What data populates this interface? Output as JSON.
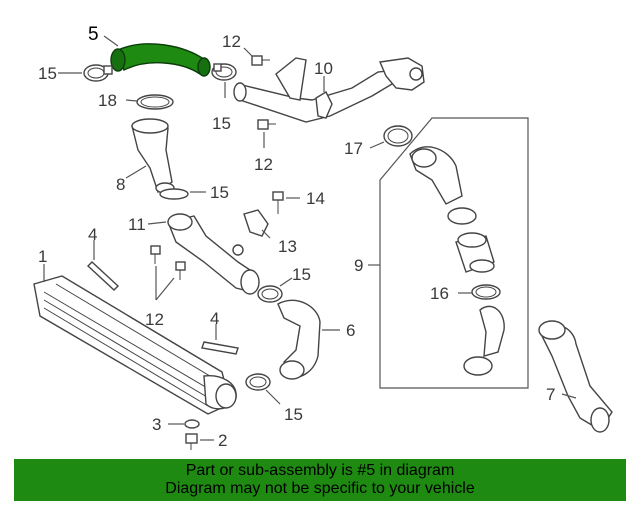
{
  "highlight_color": "#1e8a12",
  "callouts": {
    "c1": "1",
    "c2": "2",
    "c3": "3",
    "c4a": "4",
    "c4b": "4",
    "c5": "5",
    "c6": "6",
    "c7": "7",
    "c8": "8",
    "c9": "9",
    "c10": "10",
    "c11": "11",
    "c12a": "12",
    "c12b": "12",
    "c12c": "12",
    "c13": "13",
    "c14": "14",
    "c15a": "15",
    "c15b": "15",
    "c15c": "15",
    "c15d": "15",
    "c15e": "15",
    "c16": "16",
    "c17": "17",
    "c18": "18"
  },
  "banner": {
    "line1": "Part or sub-assembly is #5 in diagram",
    "line2": "Diagram may not be specific to your vehicle"
  }
}
